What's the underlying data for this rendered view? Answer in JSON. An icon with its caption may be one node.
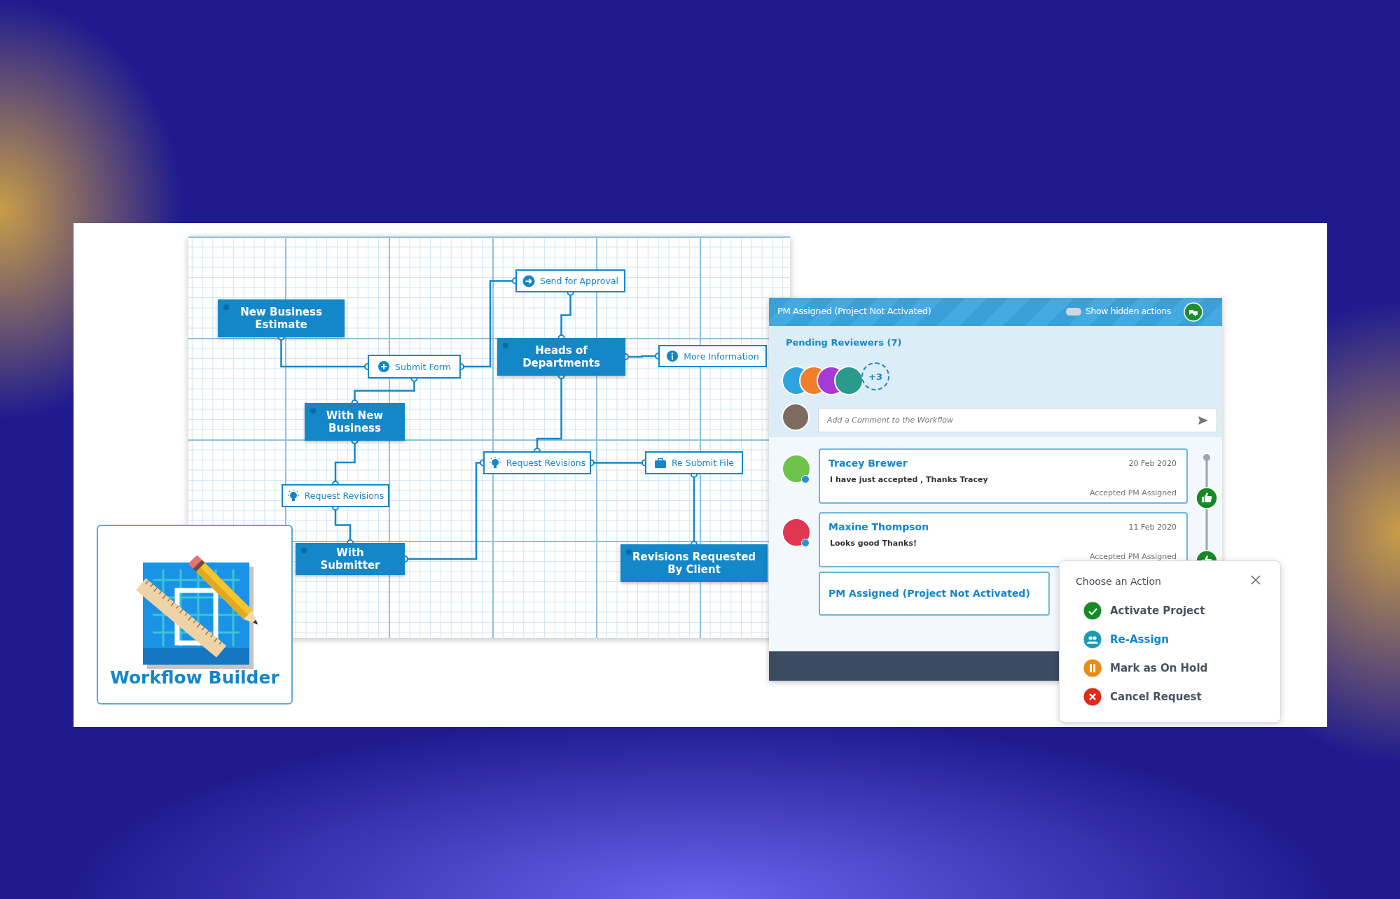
{
  "diagram": {
    "nodes": [
      {
        "text": [
          "New Business Estimate"
        ]
      },
      {
        "text": [
          "Submit Form"
        ]
      },
      {
        "text": [
          "Send for Approval"
        ]
      },
      {
        "text": [
          "Heads of Departments"
        ]
      },
      {
        "text": [
          "More Information"
        ]
      },
      {
        "text": [
          "With New Business"
        ]
      },
      {
        "text": [
          "Request Revisions"
        ]
      },
      {
        "text": [
          "With Submitter"
        ]
      },
      {
        "text": [
          "Request Revisions"
        ]
      },
      {
        "text": [
          "Re Submit File"
        ]
      },
      {
        "text": [
          "Revisions Requested By Client"
        ]
      },
      {
        "text": [
          "Workflow Builder"
        ]
      },
      {
        "text": [
          "PM Assigned (Project Not Activated)"
        ]
      },
      {
        "text": [
          "Tracey Brewer",
          "20 Feb 2020",
          "I have just accepted , Thanks Tracey",
          "Accepted PM Assigned"
        ],
        "in": 12
      },
      {
        "text": [
          "Maxine Thompson",
          "11 Feb 2020",
          "Looks good Thanks!",
          "Accepted PM Assigned"
        ],
        "in": 12
      },
      {
        "text": [
          "PM Assigned (Project Not Activated)"
        ],
        "in": 12
      },
      {
        "text": [
          "Choose an Action",
          "Activate Project",
          "Re-Assign",
          "Mark as On Hold",
          "Cancel Request"
        ]
      }
    ],
    "edges": [
      {
        "from": 0,
        "to": 1,
        "arrow": "other"
      },
      {
        "from": 1,
        "to": 2,
        "arrow": "other"
      },
      {
        "from": 2,
        "to": 3,
        "arrow": "other"
      },
      {
        "from": 3,
        "to": 4,
        "arrow": "other"
      },
      {
        "from": 1,
        "to": 5,
        "arrow": "other"
      },
      {
        "from": 5,
        "to": 6,
        "arrow": "other"
      },
      {
        "from": 6,
        "to": 7,
        "arrow": "other"
      },
      {
        "from": 3,
        "to": 8,
        "arrow": "other"
      },
      {
        "from": 7,
        "to": 8,
        "arrow": "other"
      },
      {
        "from": 8,
        "to": 9,
        "arrow": "other"
      },
      {
        "from": 9,
        "to": 10,
        "arrow": "other"
      }
    ],
    "labels": [
      "Show hidden actions",
      "Pending Reviewers (7)",
      "+3",
      "Add a Comment to the Workflow"
    ]
  }
}
